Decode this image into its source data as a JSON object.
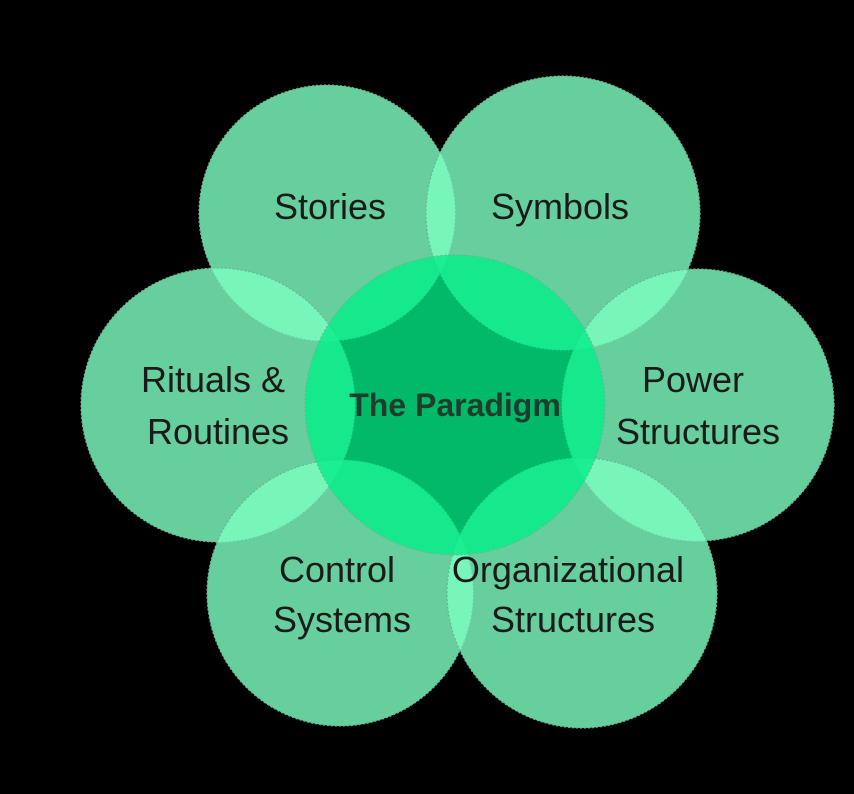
{
  "diagram": {
    "colors": {
      "background": "#000000",
      "outer_fill": "#7dfcc0",
      "center_fill": "#00ee88",
      "outline": "#6fb394",
      "text": "#1a1a1a",
      "center_text": "#1f3d2c"
    },
    "center": {
      "label": "The Paradigm"
    },
    "elements": {
      "stories": {
        "lines": [
          "Stories"
        ]
      },
      "symbols": {
        "lines": [
          "Symbols"
        ]
      },
      "rituals": {
        "lines": [
          "Rituals &",
          "Routines"
        ]
      },
      "power": {
        "lines": [
          "Power",
          "Structures"
        ]
      },
      "control": {
        "lines": [
          "Control",
          "Systems"
        ]
      },
      "organizational": {
        "lines": [
          "Organizational",
          "Structures"
        ]
      }
    }
  }
}
